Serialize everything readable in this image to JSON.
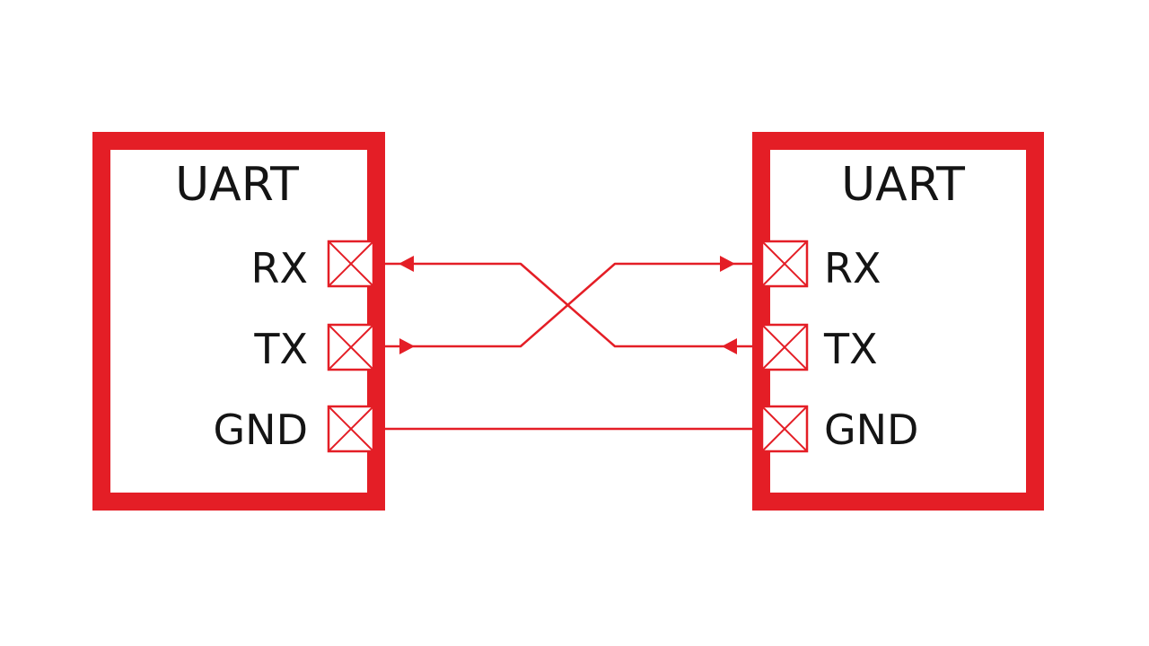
{
  "left_device": {
    "title": "UART",
    "pins": [
      {
        "label": "RX"
      },
      {
        "label": "TX"
      },
      {
        "label": "GND"
      }
    ]
  },
  "right_device": {
    "title": "UART",
    "pins": [
      {
        "label": "RX"
      },
      {
        "label": "TX"
      },
      {
        "label": "GND"
      }
    ]
  },
  "connections": [
    {
      "from": "left.TX",
      "to": "right.RX"
    },
    {
      "from": "right.TX",
      "to": "left.RX"
    },
    {
      "from": "left.GND",
      "to": "right.GND"
    }
  ],
  "colors": {
    "accent": "#e41e26",
    "text": "#141414",
    "background": "#ffffff"
  }
}
